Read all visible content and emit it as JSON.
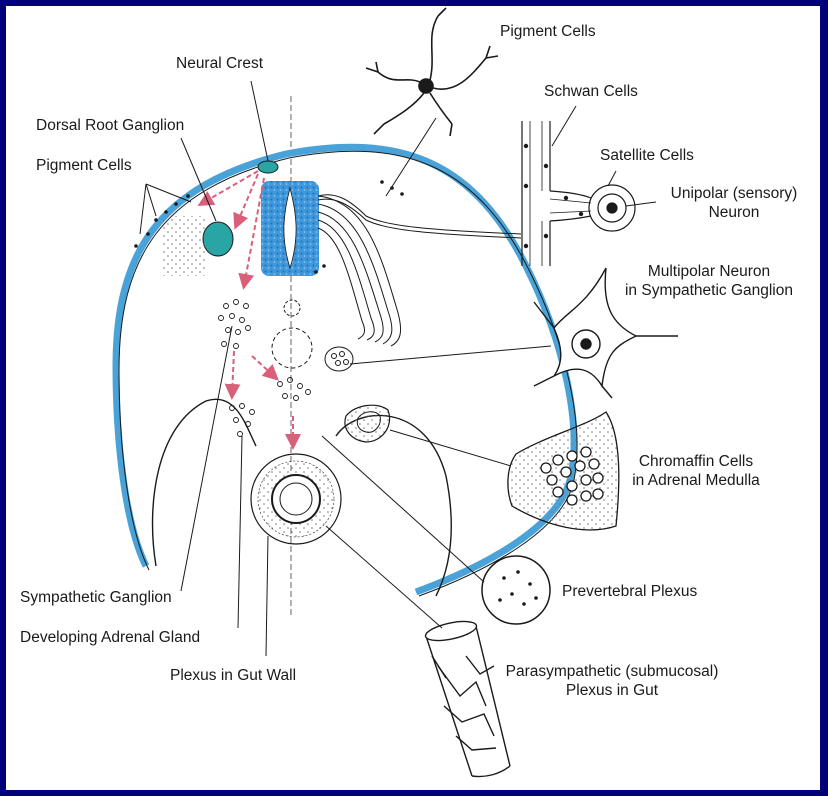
{
  "colors": {
    "border": "#00007a",
    "background": "#ffffff",
    "ectoderm_outline": "#4aa3d8",
    "neural_tube": "#3f97dc",
    "ganglion_fill": "#2aa5a5",
    "migration_arrows": "#d9607a",
    "ink": "#1a1a1a"
  },
  "labels": {
    "neural_crest": "Neural Crest",
    "dorsal_root_ganglion": "Dorsal Root Ganglion",
    "pigment_cells_left": "Pigment Cells",
    "pigment_cells_top": "Pigment Cells",
    "schwan_cells": "Schwan Cells",
    "satellite_cells": "Satellite Cells",
    "unipolar_neuron": [
      "Unipolar (sensory)",
      "Neuron"
    ],
    "multipolar_neuron": [
      "Multipolar Neuron",
      "in Sympathetic Ganglion"
    ],
    "chromaffin_cells": [
      "Chromaffin Cells",
      "in Adrenal Medulla"
    ],
    "prevertebral_plexus": "Prevertebral Plexus",
    "parasympathetic_plexus": [
      "Parasympathetic (submucosal)",
      "Plexus in Gut"
    ],
    "sympathetic_ganglion": "Sympathetic Ganglion",
    "developing_adrenal_gland": "Developing Adrenal Gland",
    "plexus_in_gut_wall": "Plexus in Gut Wall"
  }
}
